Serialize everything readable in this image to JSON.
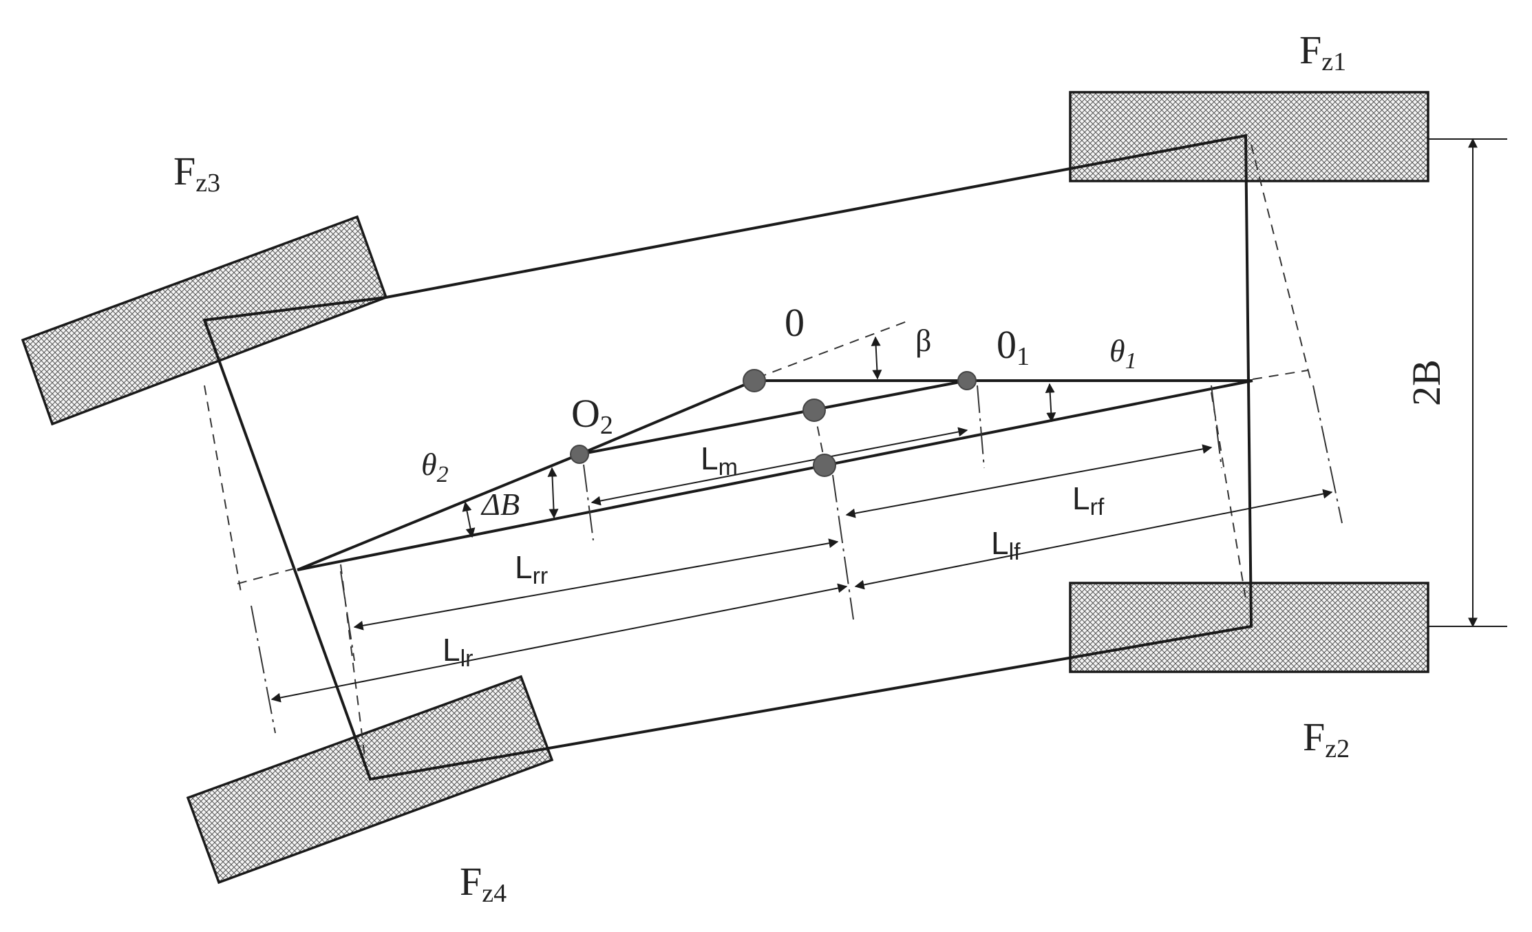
{
  "diagram": {
    "wheel_loads": {
      "front_left": {
        "main": "F",
        "sub": "z1"
      },
      "front_right": {
        "main": "F",
        "sub": "z2"
      },
      "rear_left": {
        "main": "F",
        "sub": "z3"
      },
      "rear_right": {
        "main": "F",
        "sub": "z4"
      }
    },
    "points": {
      "center": "0",
      "front_pivot": {
        "main": "0",
        "sub": "1"
      },
      "rear_pivot": {
        "main": "O",
        "sub": "2"
      }
    },
    "angles": {
      "sideslip": "β",
      "front_articulation": {
        "main": "θ",
        "sub": "1"
      },
      "rear_articulation": {
        "main": "θ",
        "sub": "2"
      },
      "offset": "ΔB"
    },
    "dimensions": {
      "track": "2B",
      "middle": {
        "main": "L",
        "sub": "m"
      },
      "rear_right": {
        "main": "L",
        "sub": "rr"
      },
      "rear_left": {
        "main": "L",
        "sub": "lr"
      },
      "front_right": {
        "main": "L",
        "sub": "rf"
      },
      "front_left": {
        "main": "L",
        "sub": "lf"
      }
    },
    "colors": {
      "line": "#1a1a1a",
      "hatch": "#555555",
      "point": "#666666"
    }
  }
}
